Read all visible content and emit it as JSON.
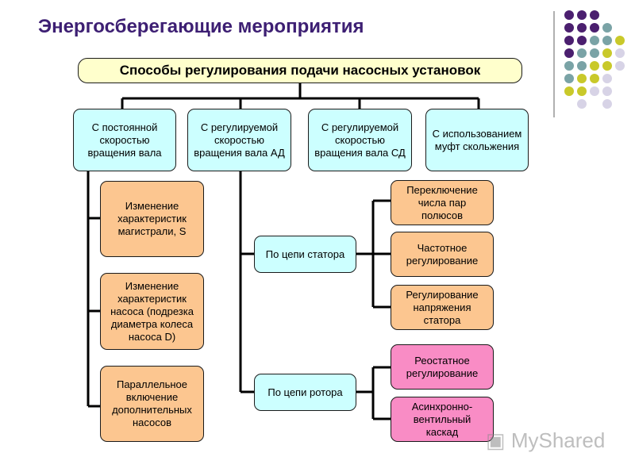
{
  "slide": {
    "title": "Энергосберегающие мероприятия",
    "header": "Способы регулирования подачи насосных установок"
  },
  "categories": [
    {
      "label": "С постоянной скоростью вращения вала"
    },
    {
      "label": "С регулируемой скоростью вращения вала АД"
    },
    {
      "label": "С регулируемой скоростью вращения вала СД"
    },
    {
      "label": "С использованием муфт скольжения"
    }
  ],
  "constant_speed_methods": [
    {
      "label": "Изменение характеристик магистрали, S"
    },
    {
      "label": "Изменение характеристик насоса (подрезка диаметра колеса насоса D)"
    },
    {
      "label": "Параллельное включение дополнительных насосов"
    }
  ],
  "ad_branches": {
    "stator": {
      "label": "По цепи статора",
      "methods": [
        {
          "label": "Переключение числа пар полюсов"
        },
        {
          "label": "Частотное регулирование"
        },
        {
          "label": "Регулирование напряжения статора"
        }
      ]
    },
    "rotor": {
      "label": "По цепи ротора",
      "methods": [
        {
          "label": "Реостатное регулирование"
        },
        {
          "label": "Асинхронно-вентильный каскад"
        }
      ]
    }
  },
  "colors": {
    "title": "#3d1f73",
    "category_fill": "#ccffff",
    "method_fill": "#fcc690",
    "rotor_method_fill": "#f98cc5",
    "header_fill": "#ffffcc",
    "dot_purple": "#4b1f6f",
    "dot_teal": "#7aa3a6",
    "dot_olive": "#c9c92a",
    "dot_lavender": "#d7d3e6"
  },
  "watermark": "MyShared"
}
